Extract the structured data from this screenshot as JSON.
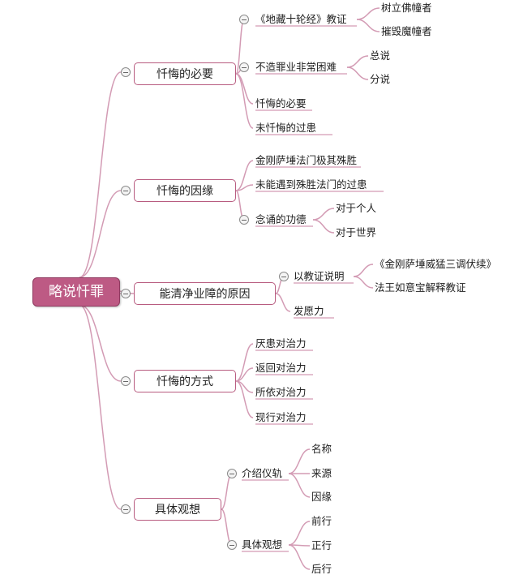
{
  "root": {
    "label": "略说忏罪"
  },
  "branches": [
    {
      "label": "忏悔的必要",
      "children": [
        {
          "label": "《地藏十轮经》教证",
          "children": [
            "树立佛幢者",
            "摧毁魔幢者"
          ]
        },
        {
          "label": "不造罪业非常困难",
          "children": [
            "总说",
            "分说"
          ]
        },
        {
          "label": "忏悔的必要"
        },
        {
          "label": "未忏悔的过患"
        }
      ]
    },
    {
      "label": "忏悔的因缘",
      "children": [
        {
          "label": "金刚萨埵法门极其殊胜"
        },
        {
          "label": "未能遇到殊胜法门的过患"
        },
        {
          "label": "念诵的功德",
          "children": [
            "对于个人",
            "对于世界"
          ]
        }
      ]
    },
    {
      "label": "能清净业障的原因",
      "children": [
        {
          "label": "以教证说明",
          "children": [
            "《金刚萨埵威猛三调伏续》",
            "法王如意宝解释教证"
          ]
        },
        {
          "label": "发愿力"
        }
      ]
    },
    {
      "label": "忏悔的方式",
      "children": [
        {
          "label": "厌患对治力"
        },
        {
          "label": "返回对治力"
        },
        {
          "label": "所依对治力"
        },
        {
          "label": "现行对治力"
        }
      ]
    },
    {
      "label": "具体观想",
      "children": [
        {
          "label": "介绍仪轨",
          "children": [
            "名称",
            "来源",
            "因缘"
          ]
        },
        {
          "label": "具体观想",
          "children": [
            "前行",
            "正行",
            "后行"
          ]
        }
      ]
    }
  ],
  "colors": {
    "line": "#d39bb4",
    "root_fill": "#bd5a84",
    "node_border": "#b85c80"
  }
}
